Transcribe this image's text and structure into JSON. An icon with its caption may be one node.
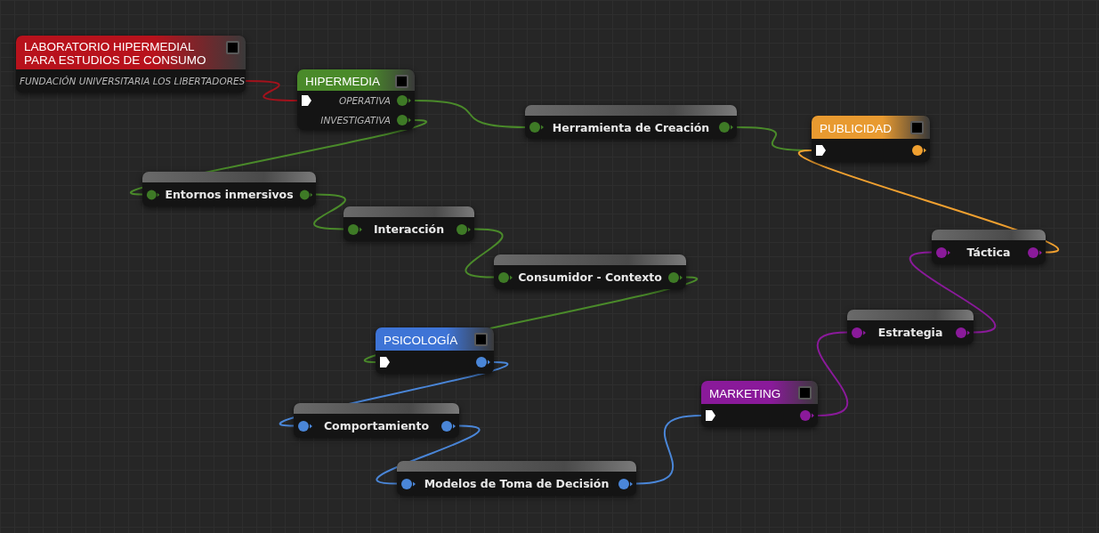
{
  "diagram": {
    "nodes": [
      {
        "text": [
          "LABORATORIO HIPERMEDIAL PARA ESTUDIOS DE CONSUMO",
          "FUNDACIÓN UNIVERSITARIA LOS LIBERTADORES"
        ]
      },
      {
        "text": [
          "HIPERMEDIA",
          "OPERATIVA",
          "INVESTIGATIVA"
        ]
      },
      {
        "text": [
          "Herramienta de Creación"
        ]
      },
      {
        "text": [
          "PUBLICIDAD"
        ]
      },
      {
        "text": [
          "Entornos inmersivos"
        ]
      },
      {
        "text": [
          "Interacción"
        ]
      },
      {
        "text": [
          "Consumidor - Contexto"
        ]
      },
      {
        "text": [
          "PSICOLOGÍA"
        ]
      },
      {
        "text": [
          "Comportamiento"
        ]
      },
      {
        "text": [
          "Modelos de Toma de Decisión"
        ]
      },
      {
        "text": [
          "MARKETING"
        ]
      },
      {
        "text": [
          "Estrategia"
        ]
      },
      {
        "text": [
          "Táctica"
        ]
      }
    ],
    "edges": [
      {
        "from": 0,
        "to": 1,
        "arrow": "none",
        "color": "#a3121c"
      },
      {
        "from": 1,
        "to": 2,
        "arrow": "none"
      },
      {
        "from": 1,
        "to": 4,
        "arrow": "none"
      },
      {
        "from": 4,
        "to": 5,
        "arrow": "none"
      },
      {
        "from": 5,
        "to": 6,
        "arrow": "none"
      },
      {
        "from": 6,
        "to": 7,
        "arrow": "none"
      },
      {
        "from": 2,
        "to": 3,
        "arrow": "none"
      },
      {
        "from": 3,
        "to": 12,
        "arrow": "none",
        "color": "#f0a030"
      },
      {
        "from": 12,
        "to": 11,
        "arrow": "none",
        "color": "#8a1a9a"
      },
      {
        "from": 11,
        "to": 10,
        "arrow": "none",
        "color": "#8a1a9a"
      },
      {
        "from": 7,
        "to": 8,
        "arrow": "none",
        "color": "#4a86d8"
      },
      {
        "from": 8,
        "to": 9,
        "arrow": "none",
        "color": "#4a86d8"
      },
      {
        "from": 9,
        "to": 10,
        "arrow": "none",
        "color": "#4a86d8"
      }
    ]
  }
}
